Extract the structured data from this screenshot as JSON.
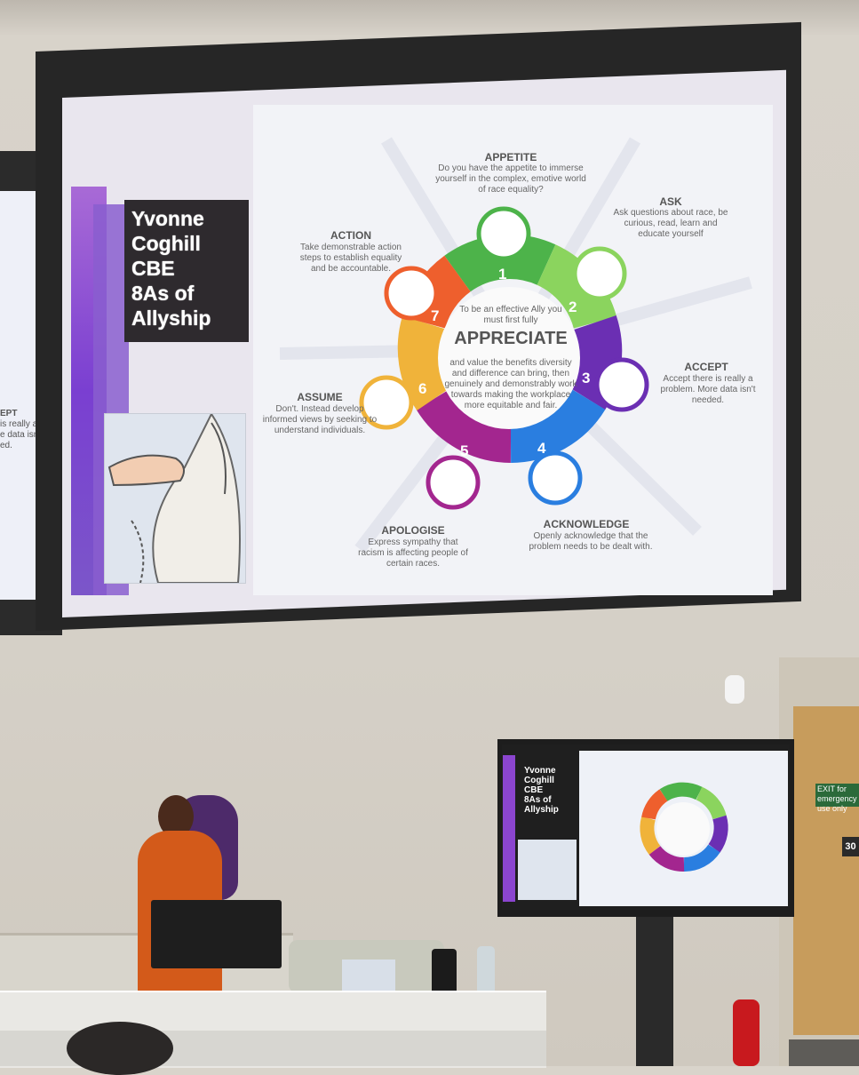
{
  "slide": {
    "title_lines": [
      "Yvonne",
      "Coghill",
      "CBE",
      "8As of",
      "Allyship"
    ],
    "center_top": "To be an effective Ally you must first fully",
    "center_word": "APPRECIATE",
    "center_bottom": "and value the benefits diversity and difference can bring, then genuinely and demonstrably work towards making the workplace more equitable and fair.",
    "segments": [
      {
        "num": "1",
        "color": "#4db34a"
      },
      {
        "num": "2",
        "color": "#8bd45e"
      },
      {
        "num": "3",
        "color": "#6b2fb3"
      },
      {
        "num": "4",
        "color": "#2a7ee0"
      },
      {
        "num": "5",
        "color": "#a3268f"
      },
      {
        "num": "6",
        "color": "#f0b33a"
      },
      {
        "num": "7",
        "color": "#ee5f2d"
      }
    ],
    "labels": {
      "appetite_head": "APPETITE",
      "appetite_text": "Do you have the appetite to immerse yourself in the complex, emotive world of race equality?",
      "ask_head": "ASK",
      "ask_text": "Ask questions about race, be curious, read, learn and educate yourself",
      "accept_head": "ACCEPT",
      "accept_text": "Accept there is really a problem. More data isn't needed.",
      "acknowledge_head": "ACKNOWLEDGE",
      "acknowledge_text": "Openly acknowledge that the problem needs to be dealt with.",
      "apologise_head": "APOLOGISE",
      "apologise_text": "Express sympathy that racism is affecting people of certain races.",
      "assume_head": "ASSUME",
      "assume_text": "Don't. Instead develop informed views by seeking to understand individuals.",
      "action_head": "ACTION",
      "action_text": "Take demonstrable action steps to establish equality and be accountable."
    },
    "side_fragment": [
      "EPT",
      "is really a",
      "e data isn't",
      "ed."
    ]
  },
  "room": {
    "exit_sign": "EXIT for emergency use only",
    "room_number": "30"
  }
}
